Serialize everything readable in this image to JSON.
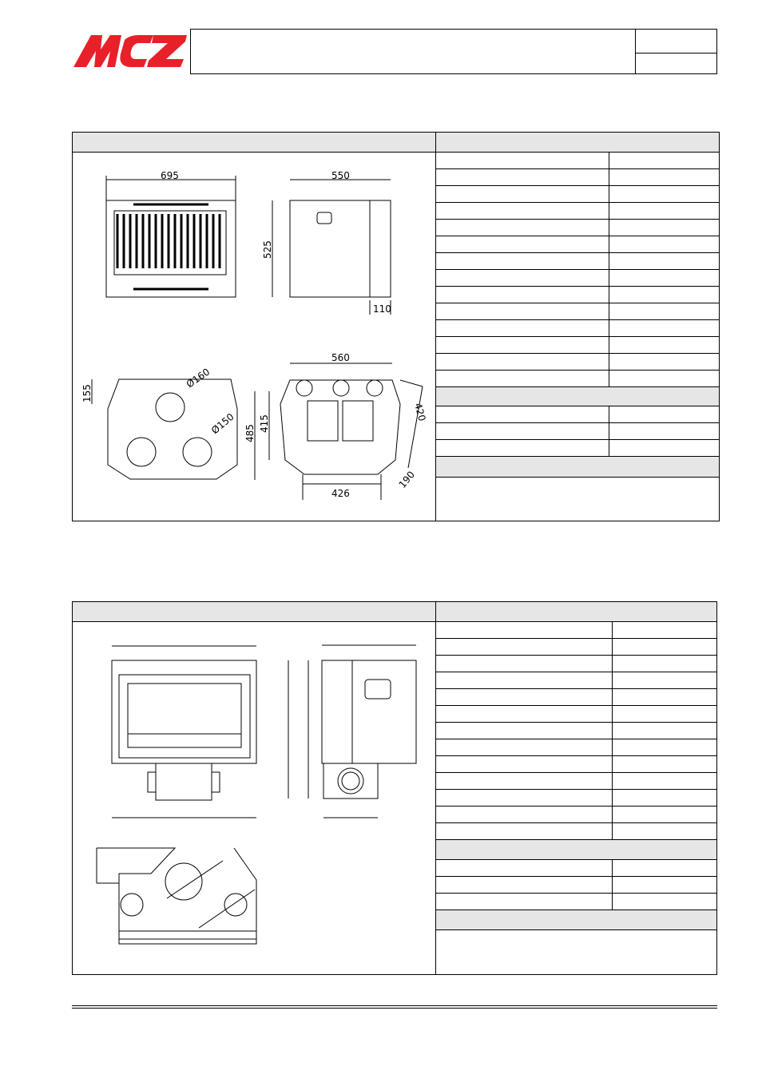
{
  "logo": {
    "text": "MCZ",
    "color": "#e8202a"
  },
  "drawing1": {
    "dims": {
      "front_width": "695",
      "side_depth": "550",
      "height": "525",
      "side_offset": "110",
      "top_offset": "155",
      "flue_diameter": "Ø160",
      "air_diameter": "Ø150",
      "plan_width": "560",
      "plan_side": "420",
      "plan_depth": "485",
      "plan_inner_depth": "415",
      "plan_front": "426",
      "plan_corner": "190"
    }
  }
}
